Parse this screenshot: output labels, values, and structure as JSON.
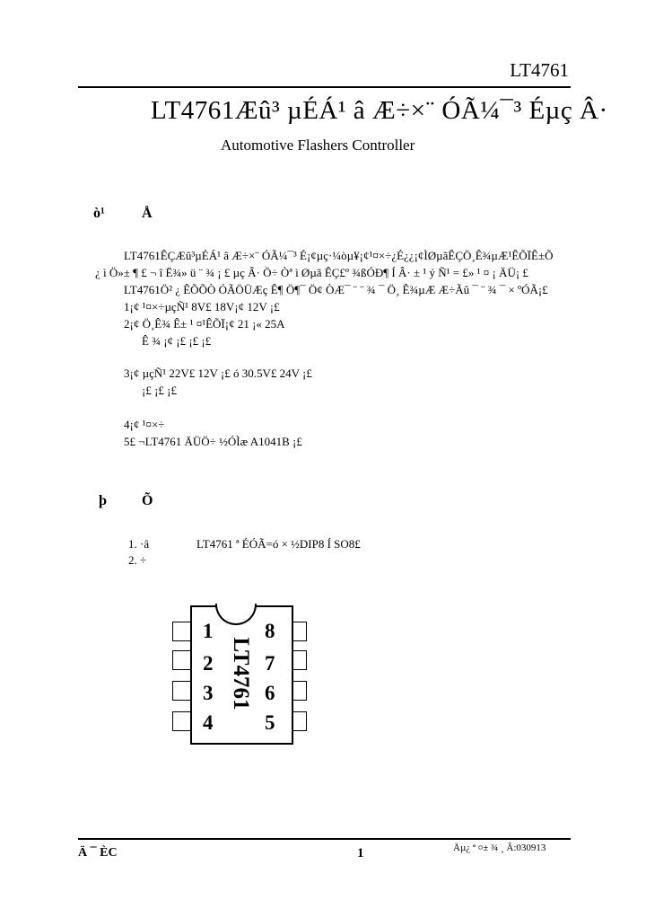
{
  "header": {
    "part_number": "LT4761",
    "title": "LT4761Æû³ µÉÁ¹ â Æ÷×¨ ÓÃ¼¯³ Éµç Â·",
    "subtitle": "Automotive Flashers Controller"
  },
  "section1": {
    "heading_left": "ò¹",
    "heading_right": "Å",
    "lines": [
      "LT4761ÊÇÆû³µÉÁ¹ â Æ÷×¨ ÓÃ¼¯³ É¡¢µç·¼òµ¥¡¢¹¤×÷¿É¿¿¡¢ÌØµãÊÇÖ¸Ê¾µÆ¹ÊÕÏÊ±Õ",
      "¿ ì Ö»± ¶ £ ¬ î Ë¾» ü ¨ ¾ ¡ £ µç Â· Ö÷ Òª ì Øµã ÊÇ£º ¾ßÓÐ¶ Í Â· ± ¹ ý Ñ¹ = £» ¹ ¤ ¡ ÄÜ¡ £",
      "LT4761Ö² ¿ ÊÕÕÒ ÓÃÖÜÆç Ê¶ Ö¶¯ Ö¢ ÒÆ¯ ¨ ¨ ¾ ¯ Ö¸ Ê¾µÆ Æ÷Ãû ¯ ¨ ¾ ¯ × ºÓÃ¡£",
      "1¡¢ ¹¤×÷µçÑ¹ 8V£ 18V¡¢ 12V ¡£",
      "2¡¢ Ö¸Ê¾ Ê± ¹ ¤¹ÊÕÏ¡¢ 21 ¡« 25A",
      "Ê ¾ ¡¢ ¡£ ¡£ ¡£",
      "3¡¢ µçÑ¹ 22V£ 12V ¡£ ó 30.5V£ 24V ¡£",
      "¡£ ¡£ ¡£",
      "4¡¢ ¹¤×÷",
      "5£ ¬LT4761 ÄÜÖ÷ ½ÓÌæ A1041B ¡£"
    ]
  },
  "section2": {
    "heading_left": "þ",
    "heading_right": "Õ",
    "items": [
      "1. ·â",
      "LT4761 ª ÉÓÃ=ó × ½DIP8 Í SO8£",
      "2. ÷"
    ]
  },
  "chip": {
    "label": "LT4761",
    "pins_left": [
      "1",
      "2",
      "3",
      "4"
    ],
    "pins_right": [
      "8",
      "7",
      "6",
      "5"
    ]
  },
  "footer": {
    "left": "Ä ¯ ÈC",
    "page": "1",
    "right": "Äµ¿ ª ¤± ¾ ¸ Â:030913"
  }
}
